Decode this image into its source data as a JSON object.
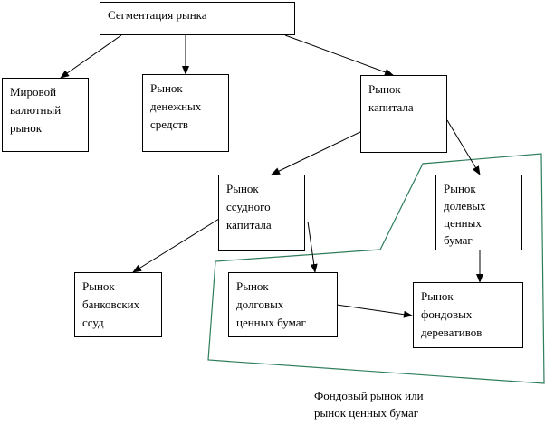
{
  "nodes": {
    "root": [
      "Сегментация рынка"
    ],
    "currency": [
      "Мировой",
      "валютный",
      "рынок"
    ],
    "money": [
      "Рынок",
      "денежных",
      "средств"
    ],
    "capital": [
      "Рынок",
      "капитала"
    ],
    "loan_capital": [
      "Рынок",
      "ссудного",
      "капитала"
    ],
    "equity": [
      "Рынок",
      "долевых",
      "ценных",
      "бумаг"
    ],
    "bank_loans": [
      "Рынок",
      "банковских",
      "ссуд"
    ],
    "debt": [
      "Рынок",
      "долговых",
      "ценных бумаг"
    ],
    "derivatives": [
      "Рынок",
      "фондовых",
      "деревативов"
    ]
  },
  "stock_market_caption": [
    "Фондовый рынок или",
    "рынок ценных бумаг"
  ],
  "colors": {
    "region_outline": "#2e7d5b",
    "arrow": "#000000"
  }
}
